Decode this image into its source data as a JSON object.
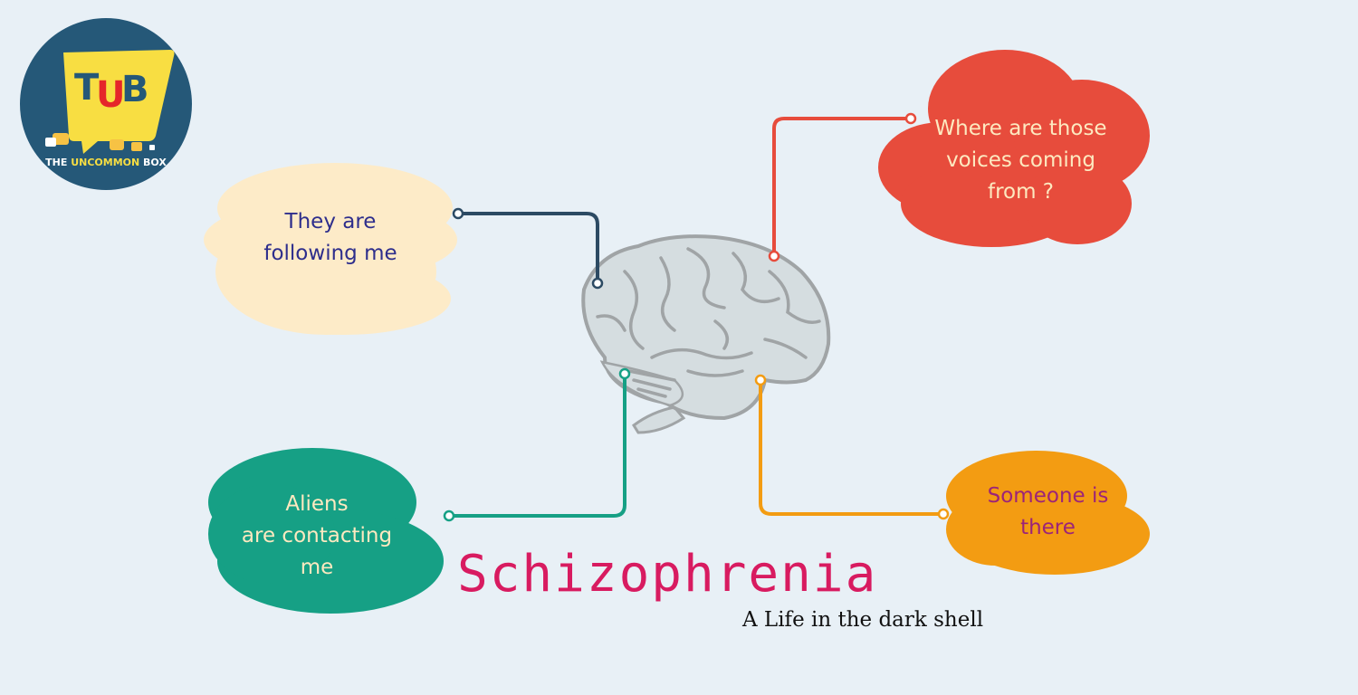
{
  "logo": {
    "letters": [
      "T",
      "U",
      "B"
    ],
    "tagline_pre": "THE ",
    "tagline_highlight": "UNCOMMON",
    "tagline_post": " BOX",
    "colors": {
      "circle": "#255878",
      "bubble": "#f8de42",
      "u": "#e5262a",
      "tb": "#255878"
    }
  },
  "title": {
    "main": "Schizophrenia",
    "subtitle": "A Life in the dark shell",
    "color": "#d81b60"
  },
  "center": {
    "icon": "brain-icon",
    "fill": "#d5dde0",
    "stroke": "#a0a4a6"
  },
  "thoughts": [
    {
      "id": "following",
      "lines": [
        "They are",
        "following me"
      ],
      "bubble_color": "#fdebc8",
      "text_color": "#2e2e8c",
      "line_color": "#2c4a63"
    },
    {
      "id": "voices",
      "lines": [
        "Where are those",
        "voices coming",
        "from ?"
      ],
      "bubble_color": "#e74c3c",
      "text_color": "#fde9c0",
      "line_color": "#e74c3c"
    },
    {
      "id": "aliens",
      "lines": [
        "Aliens",
        "are contacting",
        "me"
      ],
      "bubble_color": "#16a085",
      "text_color": "#fde9c0",
      "line_color": "#16a085"
    },
    {
      "id": "someone",
      "lines": [
        "Someone is",
        "there"
      ],
      "bubble_color": "#f39c12",
      "text_color": "#9c2478",
      "line_color": "#f39c12"
    }
  ]
}
